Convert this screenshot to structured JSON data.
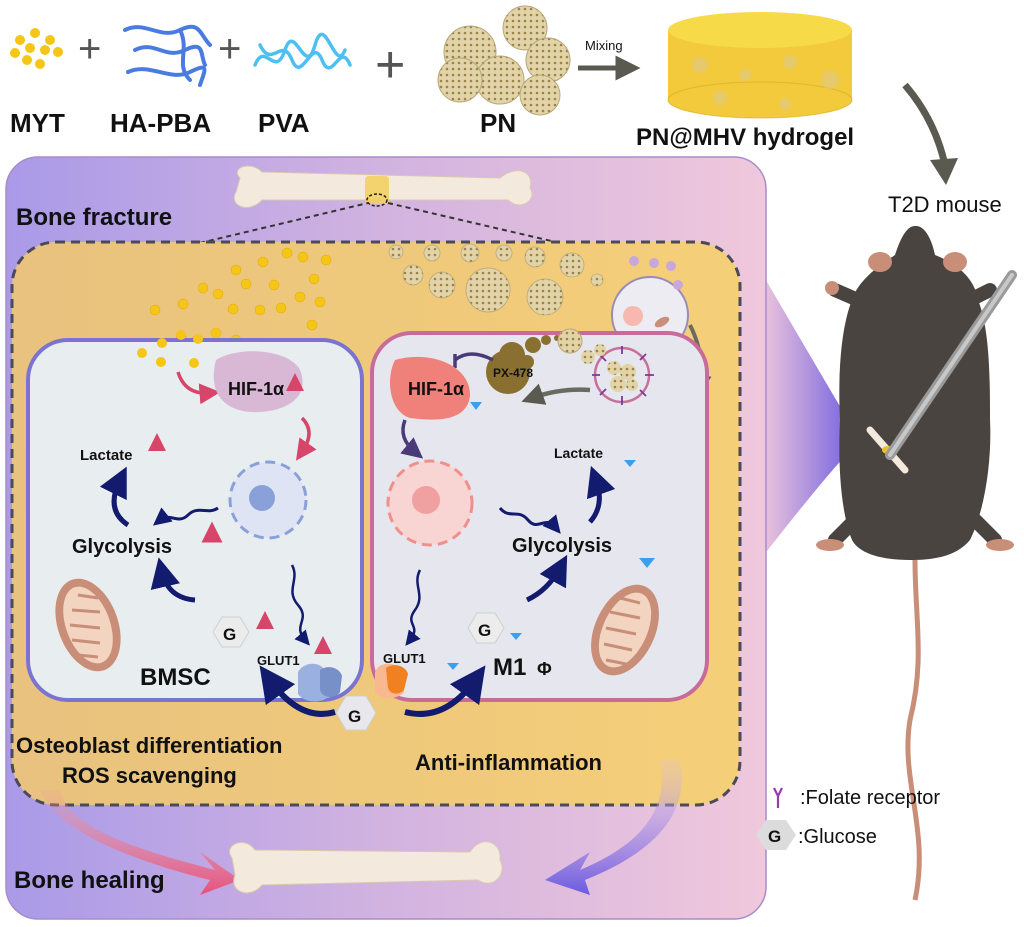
{
  "title_row": {
    "components": [
      {
        "label": "MYT",
        "icon": "yellow-dots-icon"
      },
      {
        "label": "HA-PBA",
        "icon": "blue-polymer-chain-icon"
      },
      {
        "label": "PVA",
        "icon": "cyan-polymer-chain-icon"
      },
      {
        "label": "PN",
        "icon": "porous-nanoparticle-cluster-icon"
      }
    ],
    "plus_sign": "+",
    "mixing_label": "Mixing",
    "product_label": "PN@MHV hydrogel",
    "target_label": "T2D mouse"
  },
  "panel": {
    "top_label": "Bone fracture",
    "bottom_label": "Bone healing",
    "colors": {
      "panel_left": "#a99ae8",
      "panel_right": "#f0c8dc",
      "inner_zone": "#efc77a",
      "bmsc_membrane": "#7b73d0",
      "m1_membrane": "#c96b9a",
      "up_arrow": "#f0508a",
      "down_arrow": "#3aa0ee",
      "pathway_arrow": "#121b6e"
    }
  },
  "bmsc_cell": {
    "name": "BMSC",
    "hif": "HIF-1α",
    "hif_trend": "up",
    "lactate": "Lactate",
    "lactate_trend": "up",
    "glycolysis": "Glycolysis",
    "glycolysis_trend": "up",
    "glucose": "G",
    "glucose_trend": "up",
    "transporter": "GLUT1",
    "transporter_trend": "up"
  },
  "m1_cell": {
    "name": "M1",
    "name_symbol": "Φ",
    "hif": "HIF-1α",
    "hif_trend": "down",
    "drug": "PX-478",
    "lactate": "Lactate",
    "lactate_trend": "down",
    "glycolysis": "Glycolysis",
    "glycolysis_trend": "down",
    "glucose": "G",
    "glucose_trend": "down",
    "transporter": "GLUT1",
    "transporter_trend": "down"
  },
  "shared_glucose": "G",
  "outcomes": {
    "left_line1": "Osteoblast differentiation",
    "left_line2": "ROS scavenging",
    "right": "Anti-inflammation"
  },
  "legend": [
    {
      "icon": "folate-receptor-icon",
      "label": ":Folate receptor"
    },
    {
      "icon": "glucose-hexagon-icon",
      "symbol": "G",
      "label": ":Glucose"
    }
  ]
}
